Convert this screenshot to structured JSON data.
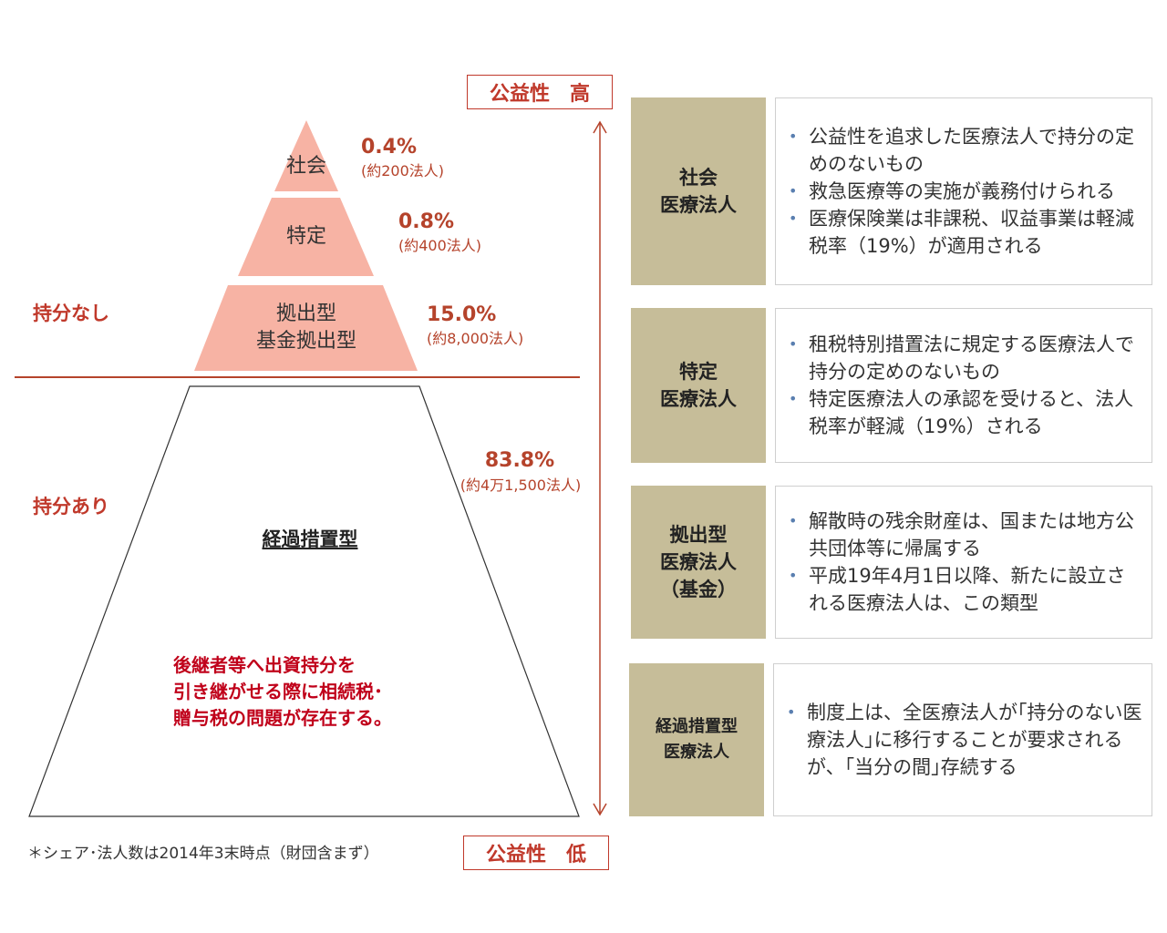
{
  "public_interest": {
    "high": "公益性　高",
    "low": "公益性　低"
  },
  "side_labels": {
    "no_share": "持分なし",
    "with_share": "持分あり"
  },
  "pyramid": [
    {
      "id": "shakai",
      "label_lines": [
        "社会"
      ],
      "pct": "0.4%",
      "count": "(約200法人)"
    },
    {
      "id": "tokutei",
      "label_lines": [
        "特定"
      ],
      "pct": "0.8%",
      "count": "(約400法人)"
    },
    {
      "id": "kyoshutsu",
      "label_lines": [
        "拠出型",
        "基金拠出型"
      ],
      "pct": "15.0%",
      "count": "(約8,000法人)"
    },
    {
      "id": "keika",
      "label_lines": [
        "経過措置型"
      ],
      "pct": "83.8%",
      "count": "(約4万1,500法人)"
    }
  ],
  "warning_lines": [
    "後継者等へ出資持分を",
    "引き継がせる際に相続税･",
    "贈与税の問題が存在する。"
  ],
  "footnote": "＊シェア･法人数は2014年3末時点（財団含まず）",
  "categories": [
    {
      "title_lines": [
        "社会",
        "医療法人"
      ],
      "bullets": [
        "公益性を追求した医療法人で持分の定めのないもの",
        "救急医療等の実施が義務付けられる",
        "医療保険業は非課税、収益事業は軽減税率（19%）が適用される"
      ]
    },
    {
      "title_lines": [
        "特定",
        "医療法人"
      ],
      "bullets": [
        "租税特別措置法に規定する医療法人で持分の定めのないもの",
        "特定医療法人の承認を受けると、法人税率が軽減（19%）される"
      ]
    },
    {
      "title_lines": [
        "拠出型",
        "医療法人",
        "（基金）"
      ],
      "bullets": [
        "解散時の残余財産は、国または地方公共団体等に帰属する",
        "平成19年4月1日以降、新たに設立される医療法人は、この類型"
      ]
    },
    {
      "title_lines": [
        "経過措置型",
        "医療法人"
      ],
      "bullets": [
        "制度上は、全医療法人が｢持分のない医療法人｣に移行することが要求されるが、｢当分の間｣存続する"
      ]
    }
  ],
  "colors": {
    "pyramid_fill": "#f7b3a4",
    "accent": "#c0392b",
    "tan": "#c6bd99"
  }
}
